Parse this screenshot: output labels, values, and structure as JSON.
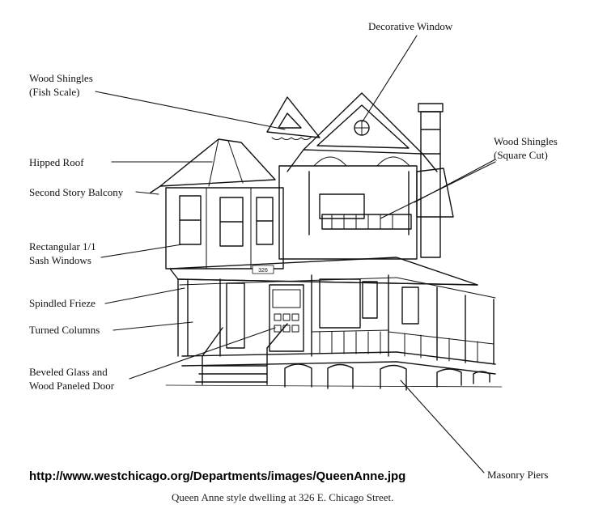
{
  "labels": {
    "decorative_window": "Decorative Window",
    "wood_shingles_fish": [
      "Wood Shingles",
      "(Fish Scale)"
    ],
    "hipped_roof": "Hipped Roof",
    "second_story_balcony": "Second Story Balcony",
    "rectangular_sash": [
      "Rectangular 1/1",
      "Sash Windows"
    ],
    "spindled_frieze": "Spindled Frieze",
    "turned_columns": "Turned Columns",
    "beveled_glass_door": [
      "Beveled Glass and",
      "Wood Paneled Door"
    ],
    "wood_shingles_square": [
      "Wood Shingles",
      "(Square Cut)"
    ],
    "masonry_piers": "Masonry Piers"
  },
  "house_number": "326",
  "source_url": "http://www.westchicago.org/Departments/images/QueenAnne.jpg",
  "caption": "Queen Anne style dwelling at 326 E. Chicago Street.",
  "colors": {
    "ink": "#111111",
    "background": "#ffffff"
  }
}
